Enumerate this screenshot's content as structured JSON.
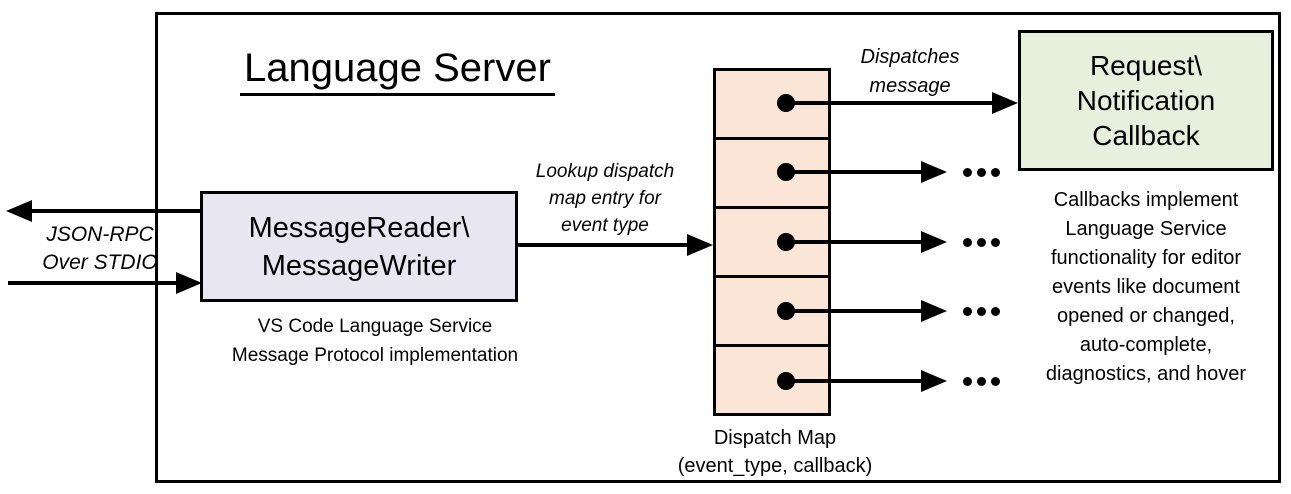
{
  "colors": {
    "reader_box_fill": "#e8e7f1",
    "dispatch_map_fill": "#fbe5d6",
    "callback_box_fill": "#e7efdd",
    "stroke": "#000000",
    "background": "#ffffff"
  },
  "diagram": {
    "title": "Language Server",
    "stdio_label": [
      "JSON-RPC",
      "Over STDIO"
    ],
    "reader_box": [
      "MessageReader\\",
      "MessageWriter"
    ],
    "reader_caption": [
      "VS Code Language Service",
      "Message Protocol implementation"
    ],
    "lookup_label": [
      "Lookup dispatch",
      "map entry for",
      "event type"
    ],
    "dispatches_label": [
      "Dispatches",
      "message"
    ],
    "callback_box": [
      "Request\\",
      "Notification",
      "Callback"
    ],
    "callback_caption": [
      "Callbacks implement",
      "Language Service",
      "functionality for editor",
      "events like document",
      "opened or changed,",
      "auto-complete,",
      "diagnostics, and hover"
    ],
    "dispatch_map_caption": [
      "Dispatch Map",
      "(event_type, callback)"
    ],
    "icons": {
      "ellipsis": "…"
    }
  }
}
